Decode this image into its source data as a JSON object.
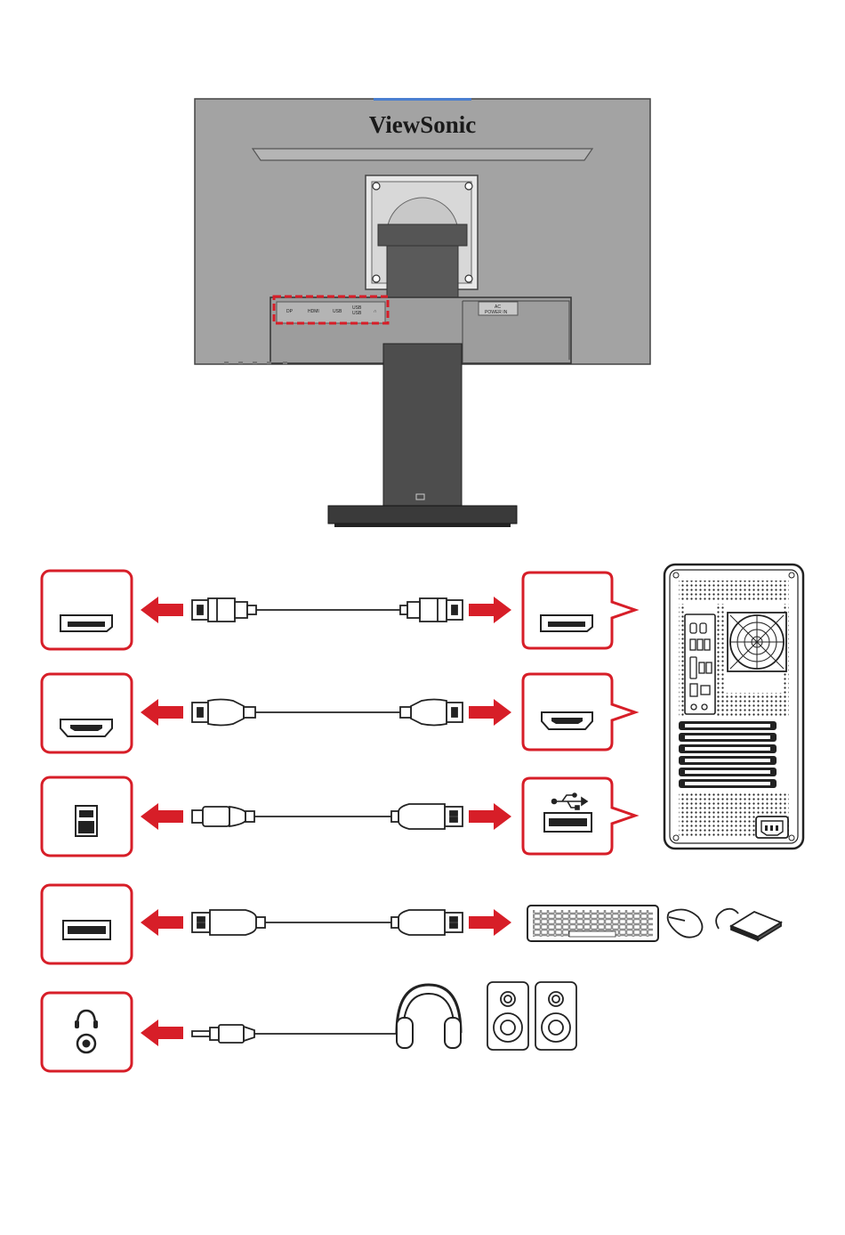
{
  "monitor": {
    "brand": "ViewSonic",
    "port_labels": {
      "dp": "DP",
      "hdmi": "HDMI",
      "usb": "USB",
      "usb_up_1": "USB",
      "usb_up_2": "USB",
      "power_1": "AC",
      "power_2": "POWER IN"
    }
  },
  "colors": {
    "accent_red": "#d71e28",
    "monitor_gray": "#a3a3a3",
    "stand_dark": "#4d4d4d",
    "outline": "#222222"
  },
  "connections": [
    {
      "monitor_port": "displayport-icon",
      "cable": "displayport-cable",
      "device": "displayport-port-icon"
    },
    {
      "monitor_port": "hdmi-icon",
      "cable": "hdmi-cable",
      "device": "hdmi-port-icon"
    },
    {
      "monitor_port": "usb-b-icon",
      "cable": "usb-b-to-a-cable",
      "device": "usb-a-port-icon"
    },
    {
      "monitor_port": "usb-a-icon",
      "cable": "usb-a-cable",
      "device": "peripherals"
    },
    {
      "monitor_port": "headphone-jack-icon",
      "cable": "audio-cable",
      "device": "audio-devices"
    }
  ]
}
